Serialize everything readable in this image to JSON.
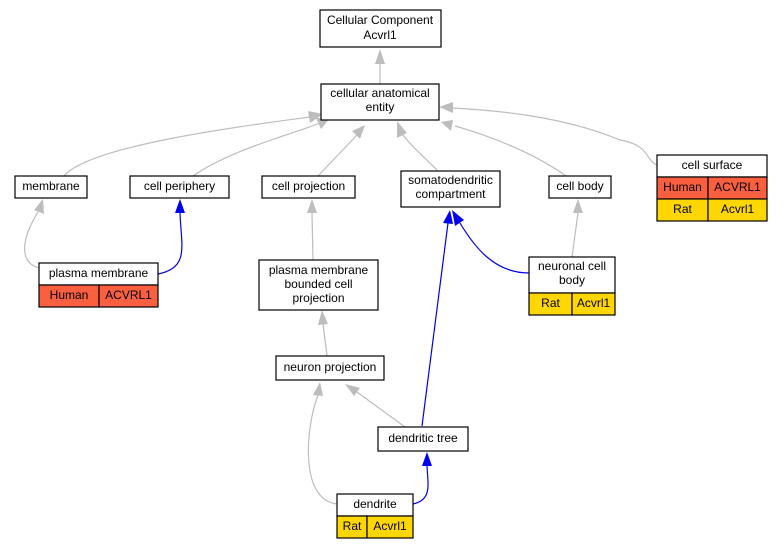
{
  "colors": {
    "gray_edge": "#bdbdbd",
    "blue_edge": "#0000ee",
    "human": "#fa5f3f",
    "rat": "#ffd700"
  },
  "nodes": {
    "root": {
      "line1": "Cellular Component",
      "line2": "Acvrl1"
    },
    "cae": {
      "line1": "cellular anatomical",
      "line2": "entity"
    },
    "membrane": {
      "label": "membrane"
    },
    "cell_periphery": {
      "label": "cell periphery"
    },
    "cell_projection": {
      "label": "cell projection"
    },
    "somatodendritic": {
      "line1": "somatodendritic",
      "line2": "compartment"
    },
    "cell_body": {
      "label": "cell body"
    },
    "cell_surface": {
      "label": "cell surface",
      "rows": [
        {
          "species": "Human",
          "gene": "ACVRL1"
        },
        {
          "species": "Rat",
          "gene": "Acvrl1"
        }
      ]
    },
    "plasma_membrane": {
      "label": "plasma membrane",
      "rows": [
        {
          "species": "Human",
          "gene": "ACVRL1"
        }
      ]
    },
    "pmbcp": {
      "line1": "plasma membrane",
      "line2": "bounded cell",
      "line3": "projection"
    },
    "neuronal_cell_body": {
      "line1": "neuronal cell",
      "line2": "body",
      "rows": [
        {
          "species": "Rat",
          "gene": "Acvrl1"
        }
      ]
    },
    "neuron_projection": {
      "label": "neuron projection"
    },
    "dendritic_tree": {
      "label": "dendritic tree"
    },
    "dendrite": {
      "label": "dendrite",
      "rows": [
        {
          "species": "Rat",
          "gene": "Acvrl1"
        }
      ]
    }
  }
}
